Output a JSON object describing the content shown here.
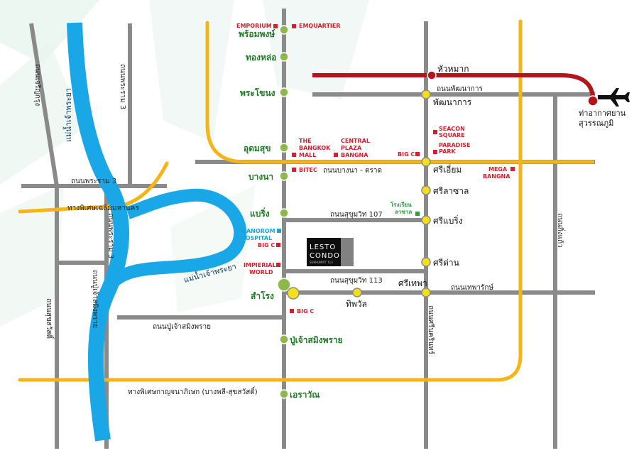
{
  "colors": {
    "road": "#8a8a8a",
    "orange_line": "#f6b416",
    "airport_link": "#b3151d",
    "river": "#1aa7e8",
    "green_station": "#8fb84a",
    "yellow_station": "#f3e01a",
    "poi_red": "#d81e2c",
    "poi_cyan": "#19a6d9",
    "poi_green": "#2aa33b",
    "bg_shapes": "#e6f3ec"
  },
  "roads": {
    "r_ram3_north": "ถนนพระราม 3",
    "r_charoenkrung": "ถนนเจริญกรุง",
    "r_ram3_west": "ถนนพระราม 3",
    "r_expressway": "ทางพิเศษเฉลิมมหานคร",
    "r_phatthanakan": "ถนนพัฒนาการ",
    "r_bangna_trat": "ถนนบางนา - ตราด",
    "r_sukhumvit107": "ถนนสุขุมวิท 107",
    "r_sukhumvit113": "ถนนสุขุมวิท 113",
    "r_theparak": "ถนนเทพารักษ์",
    "r_pu_chao": "ถนนปู่เจ้าสมิงพราย",
    "r_kanchanaphisek": "ทางพิเศษกาญจนาภิเษก (บางพลี-สุขสวัสดิ์)",
    "r_srinagarindra": "ถนนศรีนครินทร์",
    "r_kingkaew": "ถนนกิ่งแก้ว",
    "r_suksawat": "ถนนสุขสวัสดิ์",
    "r_poochaosaming": "ถนนปู่เจ้าสมิงพราย",
    "r_rama3_left": "ถนนพระราม 3"
  },
  "rivers": {
    "river_upper": "แม่น้ำเจ้าพระยา",
    "river_lower": "แม่น้ำเจ้าพระยา"
  },
  "stations_green": {
    "phrom_phong": "พร้อมพงษ์",
    "thong_lo": "ทองหล่อ",
    "phra_khanong": "พระโขนง",
    "udom_suk": "อุดมสุข",
    "bang_na": "บางนา",
    "bearing": "แบริ่ง",
    "samrong": "สำโรง",
    "pu_chao": "ปู่เจ้าสมิงพราย",
    "erawan": "เอราวัณ"
  },
  "stations_yellow": {
    "hua_mak": "หัวหมาก",
    "phatthanakan": "พัฒนาการ",
    "si_iam": "ศรีเอี่ยม",
    "si_la_salle": "ศรีลาซาล",
    "si_bearing": "ศรีแบริ่ง",
    "si_dan": "ศรีด่าน",
    "si_thepha": "ศรีเทพา",
    "thipphawan": "ทิพวัล"
  },
  "pois": {
    "emporium": "EMPORIUM",
    "emquartier": "EMQUARTIER",
    "bangkok_mall_1": "THE",
    "bangkok_mall_2": "BANGKOK",
    "bangkok_mall_3": "MALL",
    "central_1": "CENTRAL",
    "central_2": "PLAZA",
    "central_3": "BANGNA",
    "seacon_1": "SEACON",
    "seacon_2": "SQUARE",
    "paradise_1": "PARADISE",
    "paradise_2": "PARK",
    "bigc_1": "BIG C",
    "mega_1": "MEGA",
    "mega_2": "BANGNA",
    "bitec": "BITEC",
    "school_1": "โรงเรียน",
    "school_2": "ลาซาล",
    "manorom_1": "MANOROM",
    "manorom_2": "HOSPITAL",
    "bigc_2": "BIG C",
    "imperial_1": "IMPIERIAL",
    "imperial_2": "WORLD",
    "bigc_3": "BIG C"
  },
  "airport": {
    "line1": "ท่าอากาศยาน",
    "line2": "สุวรรณภูมิ",
    "icon": "airplane-icon"
  },
  "logo": {
    "line1": "LESTO",
    "line2": "CONDO",
    "line3": "SUKHUMVIT 113"
  }
}
